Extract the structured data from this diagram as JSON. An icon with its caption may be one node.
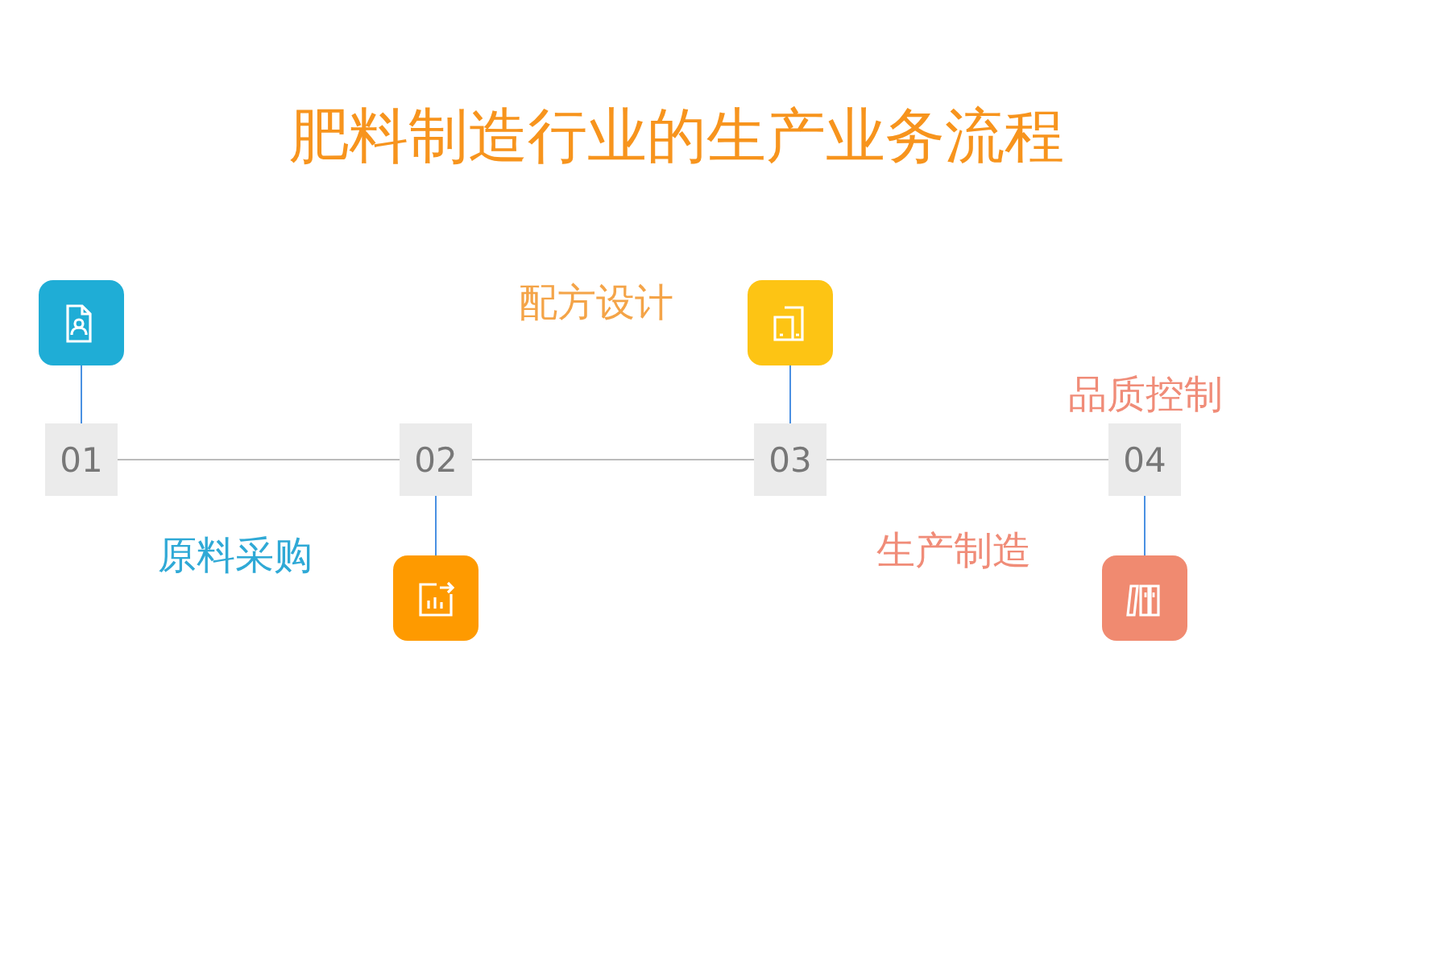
{
  "diagram": {
    "title": "肥料制造行业的生产业务流程",
    "nodes": [
      {
        "text": [
          "01"
        ]
      },
      {
        "text": [
          "02"
        ]
      },
      {
        "text": [
          "03"
        ]
      },
      {
        "text": [
          "04"
        ]
      },
      {
        "text": [],
        "shape": "box"
      },
      {
        "text": [],
        "shape": "box"
      },
      {
        "text": [],
        "shape": "box"
      },
      {
        "text": [],
        "shape": "box"
      }
    ],
    "edges": [
      {
        "from": 0,
        "to": 1,
        "arrow": "none",
        "color": "#bbbbbb"
      },
      {
        "from": 1,
        "to": 2,
        "arrow": "none",
        "color": "#bbbbbb"
      },
      {
        "from": 2,
        "to": 3,
        "arrow": "none",
        "color": "#bbbbbb"
      },
      {
        "from": 4,
        "to": 0,
        "arrow": "none"
      },
      {
        "from": 5,
        "to": 1,
        "arrow": "none"
      },
      {
        "from": 6,
        "to": 2,
        "arrow": "none"
      },
      {
        "from": 7,
        "to": 3,
        "arrow": "none"
      }
    ],
    "labels": [
      "配方设计",
      "品质控制",
      "原料采购",
      "生产制造"
    ]
  }
}
